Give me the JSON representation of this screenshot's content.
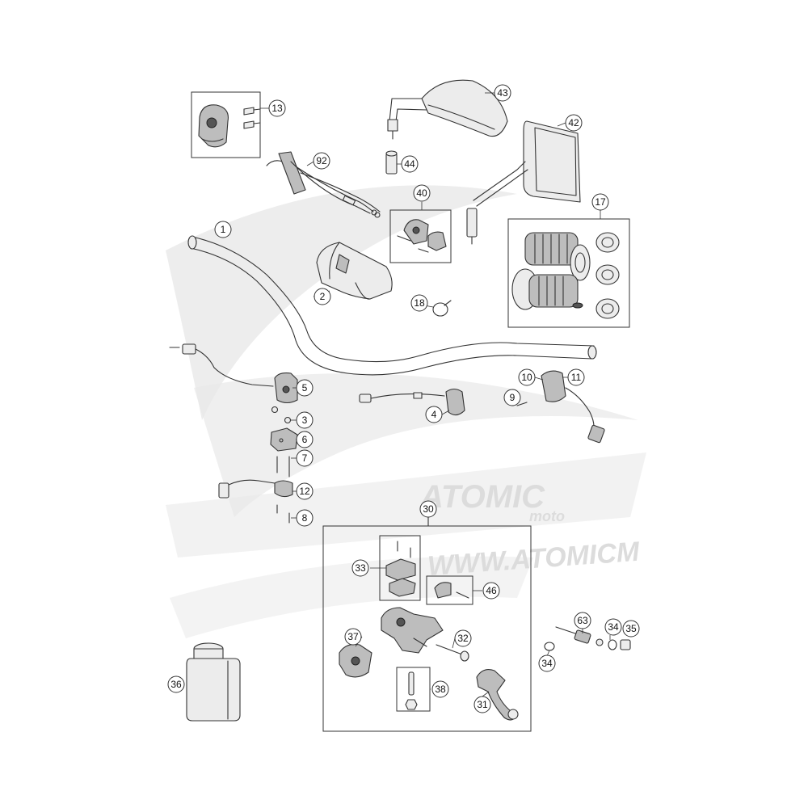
{
  "watermark": {
    "brand": "ATOMIC",
    "sub": "moto",
    "url": "WWW.ATOMICM"
  },
  "colors": {
    "line": "#333333",
    "part_fill": "#bdbdbd",
    "watermark": "#e6e6e6"
  },
  "callouts": {
    "c1": "1",
    "c2": "2",
    "c3": "3",
    "c4": "4",
    "c5": "5",
    "c6": "6",
    "c7": "7",
    "c8": "8",
    "c9": "9",
    "c10": "10",
    "c11": "11",
    "c12": "12",
    "c13": "13",
    "c17": "17",
    "c18": "18",
    "c30": "30",
    "c31": "31",
    "c32": "32",
    "c33": "33",
    "c34a": "34",
    "c34b": "34",
    "c35": "35",
    "c36": "36",
    "c37": "37",
    "c38": "38",
    "c40": "40",
    "c42": "42",
    "c43": "43",
    "c44": "44",
    "c46": "46",
    "c63": "63",
    "c92": "92"
  }
}
